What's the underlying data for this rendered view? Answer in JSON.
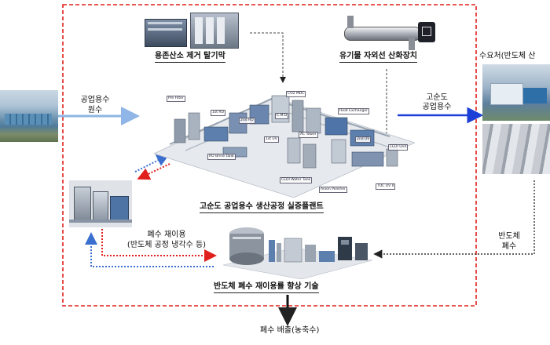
{
  "labels": {
    "degasser": "용존산소 제거 탈기막",
    "uv_oxidizer": "유기물 자외선 산화장치",
    "industrial_water": "공업용수",
    "raw_water": "원수",
    "high_purity": "고순도",
    "industrial_water_2": "공업용수",
    "demand_site": "수요처(반도체 산",
    "pilot_plant": "고순도 공업용수 생산공정 실증플랜트",
    "reuse_line1": "폐수 재이용",
    "reuse_line2": "(반도체 공정 냉각수 등)",
    "semi_line1": "반도체",
    "semi_line2": "폐수",
    "reuse_tech": "반도체 폐수 재이용률 향상 기술",
    "discharge": "폐수 배출(농축수)"
  },
  "equipment_tags": {
    "pre_filter": "Pre Filter",
    "ro_1st": "1st RO",
    "ro_2nd": "2nd RO",
    "co2_mdc": "CO2 MDC",
    "cmd": "C.M.D",
    "heat_exchanger": "Heat Exchanger",
    "uv_1st": "1st UV",
    "ac_tower": "AC Tower",
    "uv_2nd": "2nd UV",
    "ro_brine": "RO Brine Tank",
    "cedi_water": "CEDI Water Tank",
    "cedi_unit": "CEDI Unit",
    "anion_polisher": "Anion Polisher",
    "toc_uv": "TOC UV II"
  },
  "colors": {
    "red_dashed": "#e0201c",
    "blue_dotted": "#3a6fd0",
    "blue_arrow": "#1c3fd8",
    "light_arrow": "#8fb6e6",
    "gray_dashed": "#444444"
  }
}
